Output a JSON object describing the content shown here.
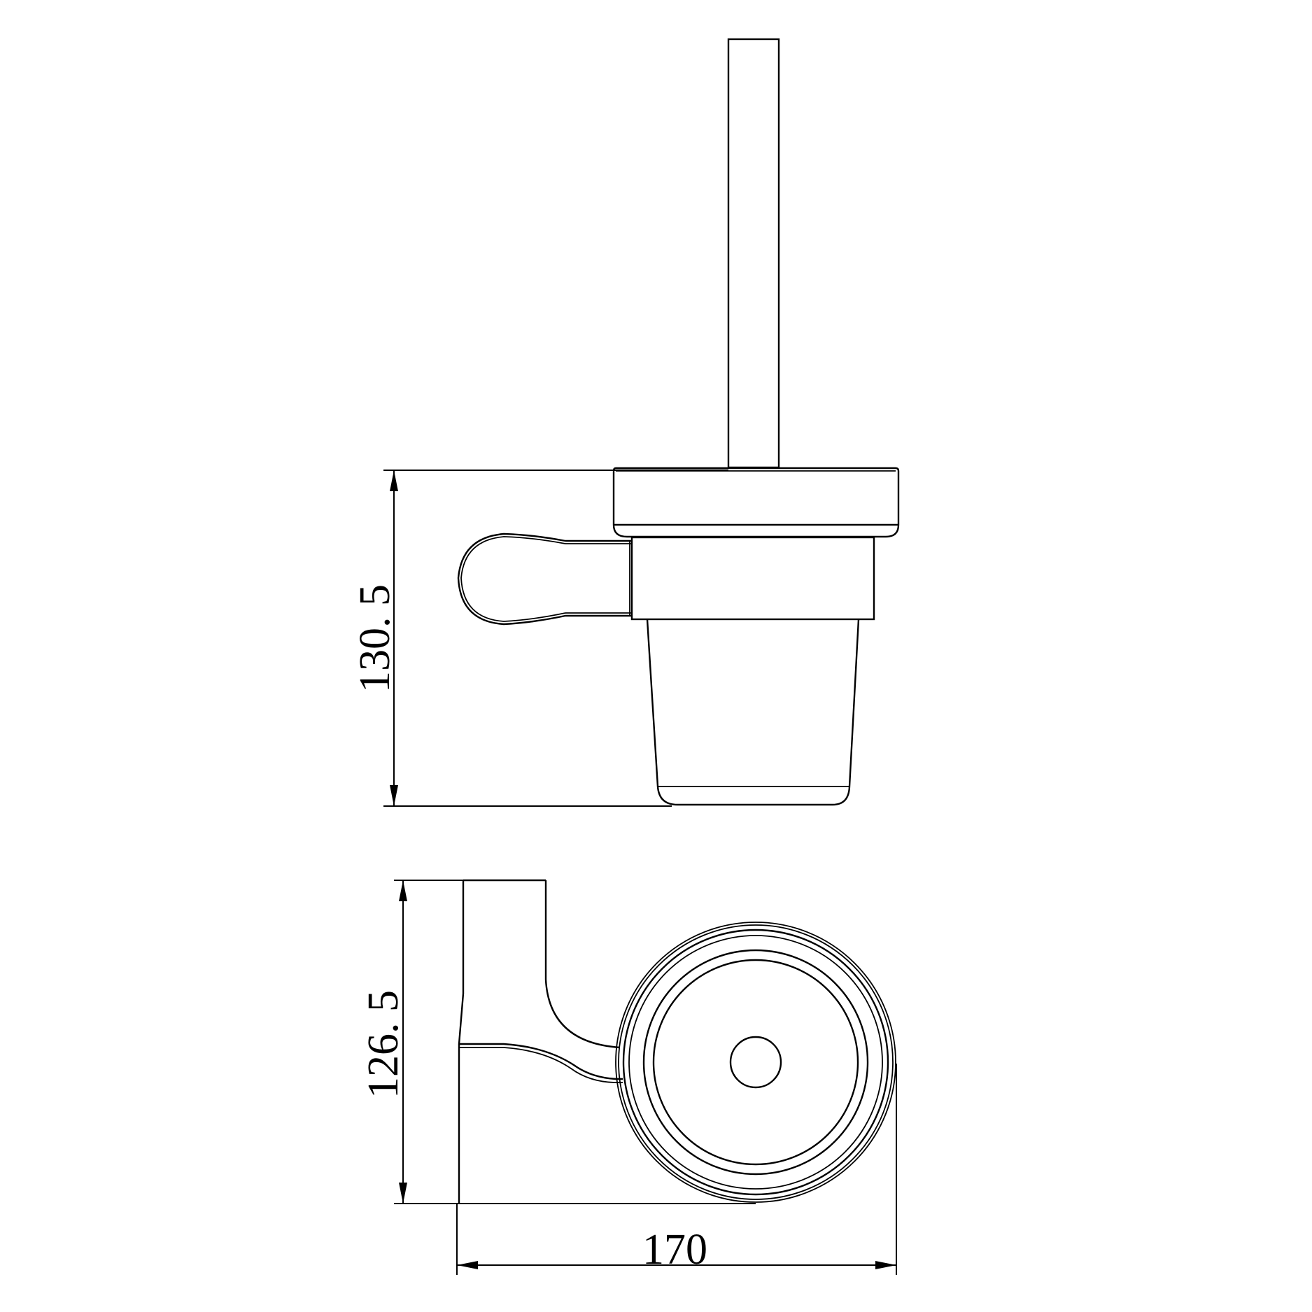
{
  "drawing": {
    "subject": "Wall-mounted toilet brush holder technical drawing",
    "views": [
      {
        "name": "side-view",
        "dimension_label": "130. 5",
        "dimension_value": 130.5,
        "dimension_orientation": "vertical"
      },
      {
        "name": "top-view",
        "dimension_label": "126. 5",
        "dimension_value": 126.5,
        "dimension_orientation": "vertical"
      }
    ],
    "width_dimension": {
      "label": "170",
      "value": 170,
      "orientation": "horizontal"
    },
    "line_color": "#000000",
    "background_color": "#ffffff"
  }
}
